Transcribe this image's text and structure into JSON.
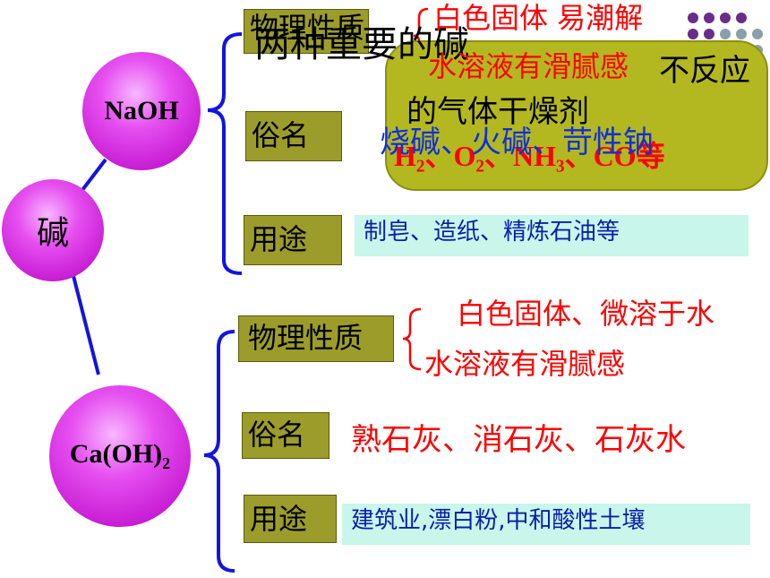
{
  "slide_title": "两种重要的碱",
  "root": {
    "label": "碱"
  },
  "naoh": {
    "label": "NaOH",
    "props_label": "物理性质",
    "prop_line1": "白色固体 易潮解",
    "prop_line2": "水溶液有滑腻感",
    "callout_line1_tail": "不反应",
    "callout_line2": "的气体干燥剂",
    "callout_gases": "H₂、O₂、NH₃、CO等",
    "alias_label": "俗名",
    "alias_value": "烧碱、火碱、苛性钠",
    "use_label": "用途",
    "use_value": "制皂、造纸、精炼石油等"
  },
  "caoh": {
    "label_main": "Ca(OH)",
    "label_sub": "2",
    "props_label": "物理性质",
    "prop_line1": "白色固体、微溶于水",
    "prop_line2": "水溶液有滑腻感",
    "alias_label": "俗名",
    "alias_value": "熟石灰、消石灰、石灰水",
    "use_label": "用途",
    "use_value": "建筑业,漂白粉,中和酸性土壤"
  },
  "colors": {
    "accent_red": "#ff0000",
    "accent_blue": "#1030d8",
    "olive": "#9c9c2a",
    "cyan": "#c8f6ea",
    "magenta": "#e64ff0"
  }
}
